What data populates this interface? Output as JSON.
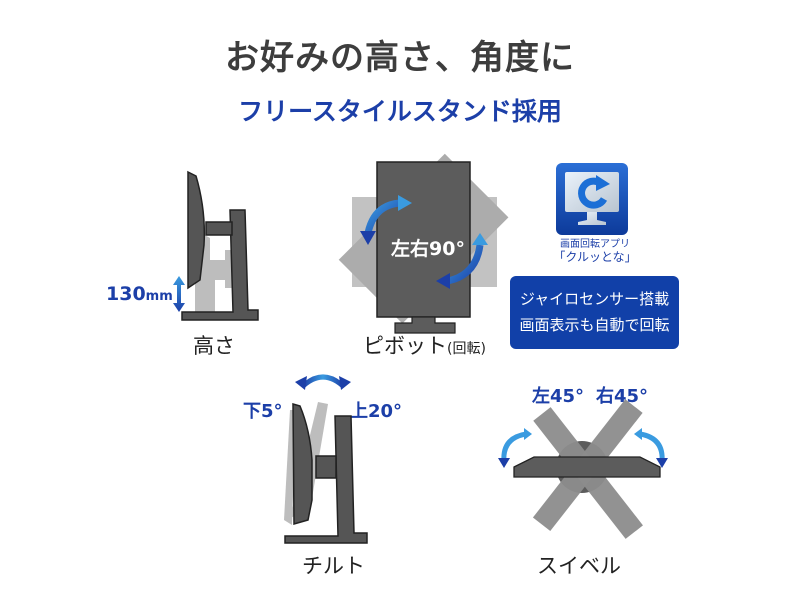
{
  "header": {
    "title": "お好みの高さ、角度に",
    "subtitle": "フリースタイルスタンド採用"
  },
  "features": {
    "height": {
      "caption": "高さ",
      "value": "130",
      "unit": "mm",
      "icon": "vertical-arrow-icon"
    },
    "pivot": {
      "caption": "ピボット",
      "caption_sub": "(回転)",
      "overlay": "左右90°",
      "icon": "rotate-arrows-icon"
    },
    "tilt": {
      "caption": "チルト",
      "down": "下5°",
      "up": "上20°",
      "icon": "curved-arrow-icon"
    },
    "swivel": {
      "caption": "スイベル",
      "left": "左45°",
      "right": "右45°",
      "icon": "curved-arrow-icon"
    }
  },
  "app": {
    "icon": "rotate-app-icon",
    "label_line1": "画面回転アプリ",
    "label_line2": "「クルッとな」",
    "gyro_line1": "ジャイロセンサー搭載",
    "gyro_line2": "画面表示も自動で回転"
  },
  "colors": {
    "title": "#3d3d3d",
    "accent_blue": "#1c3fa8",
    "gyro_box": "#1140a8",
    "monitor_dark": "#5a5a5a",
    "monitor_light": "#b0b0b0"
  }
}
